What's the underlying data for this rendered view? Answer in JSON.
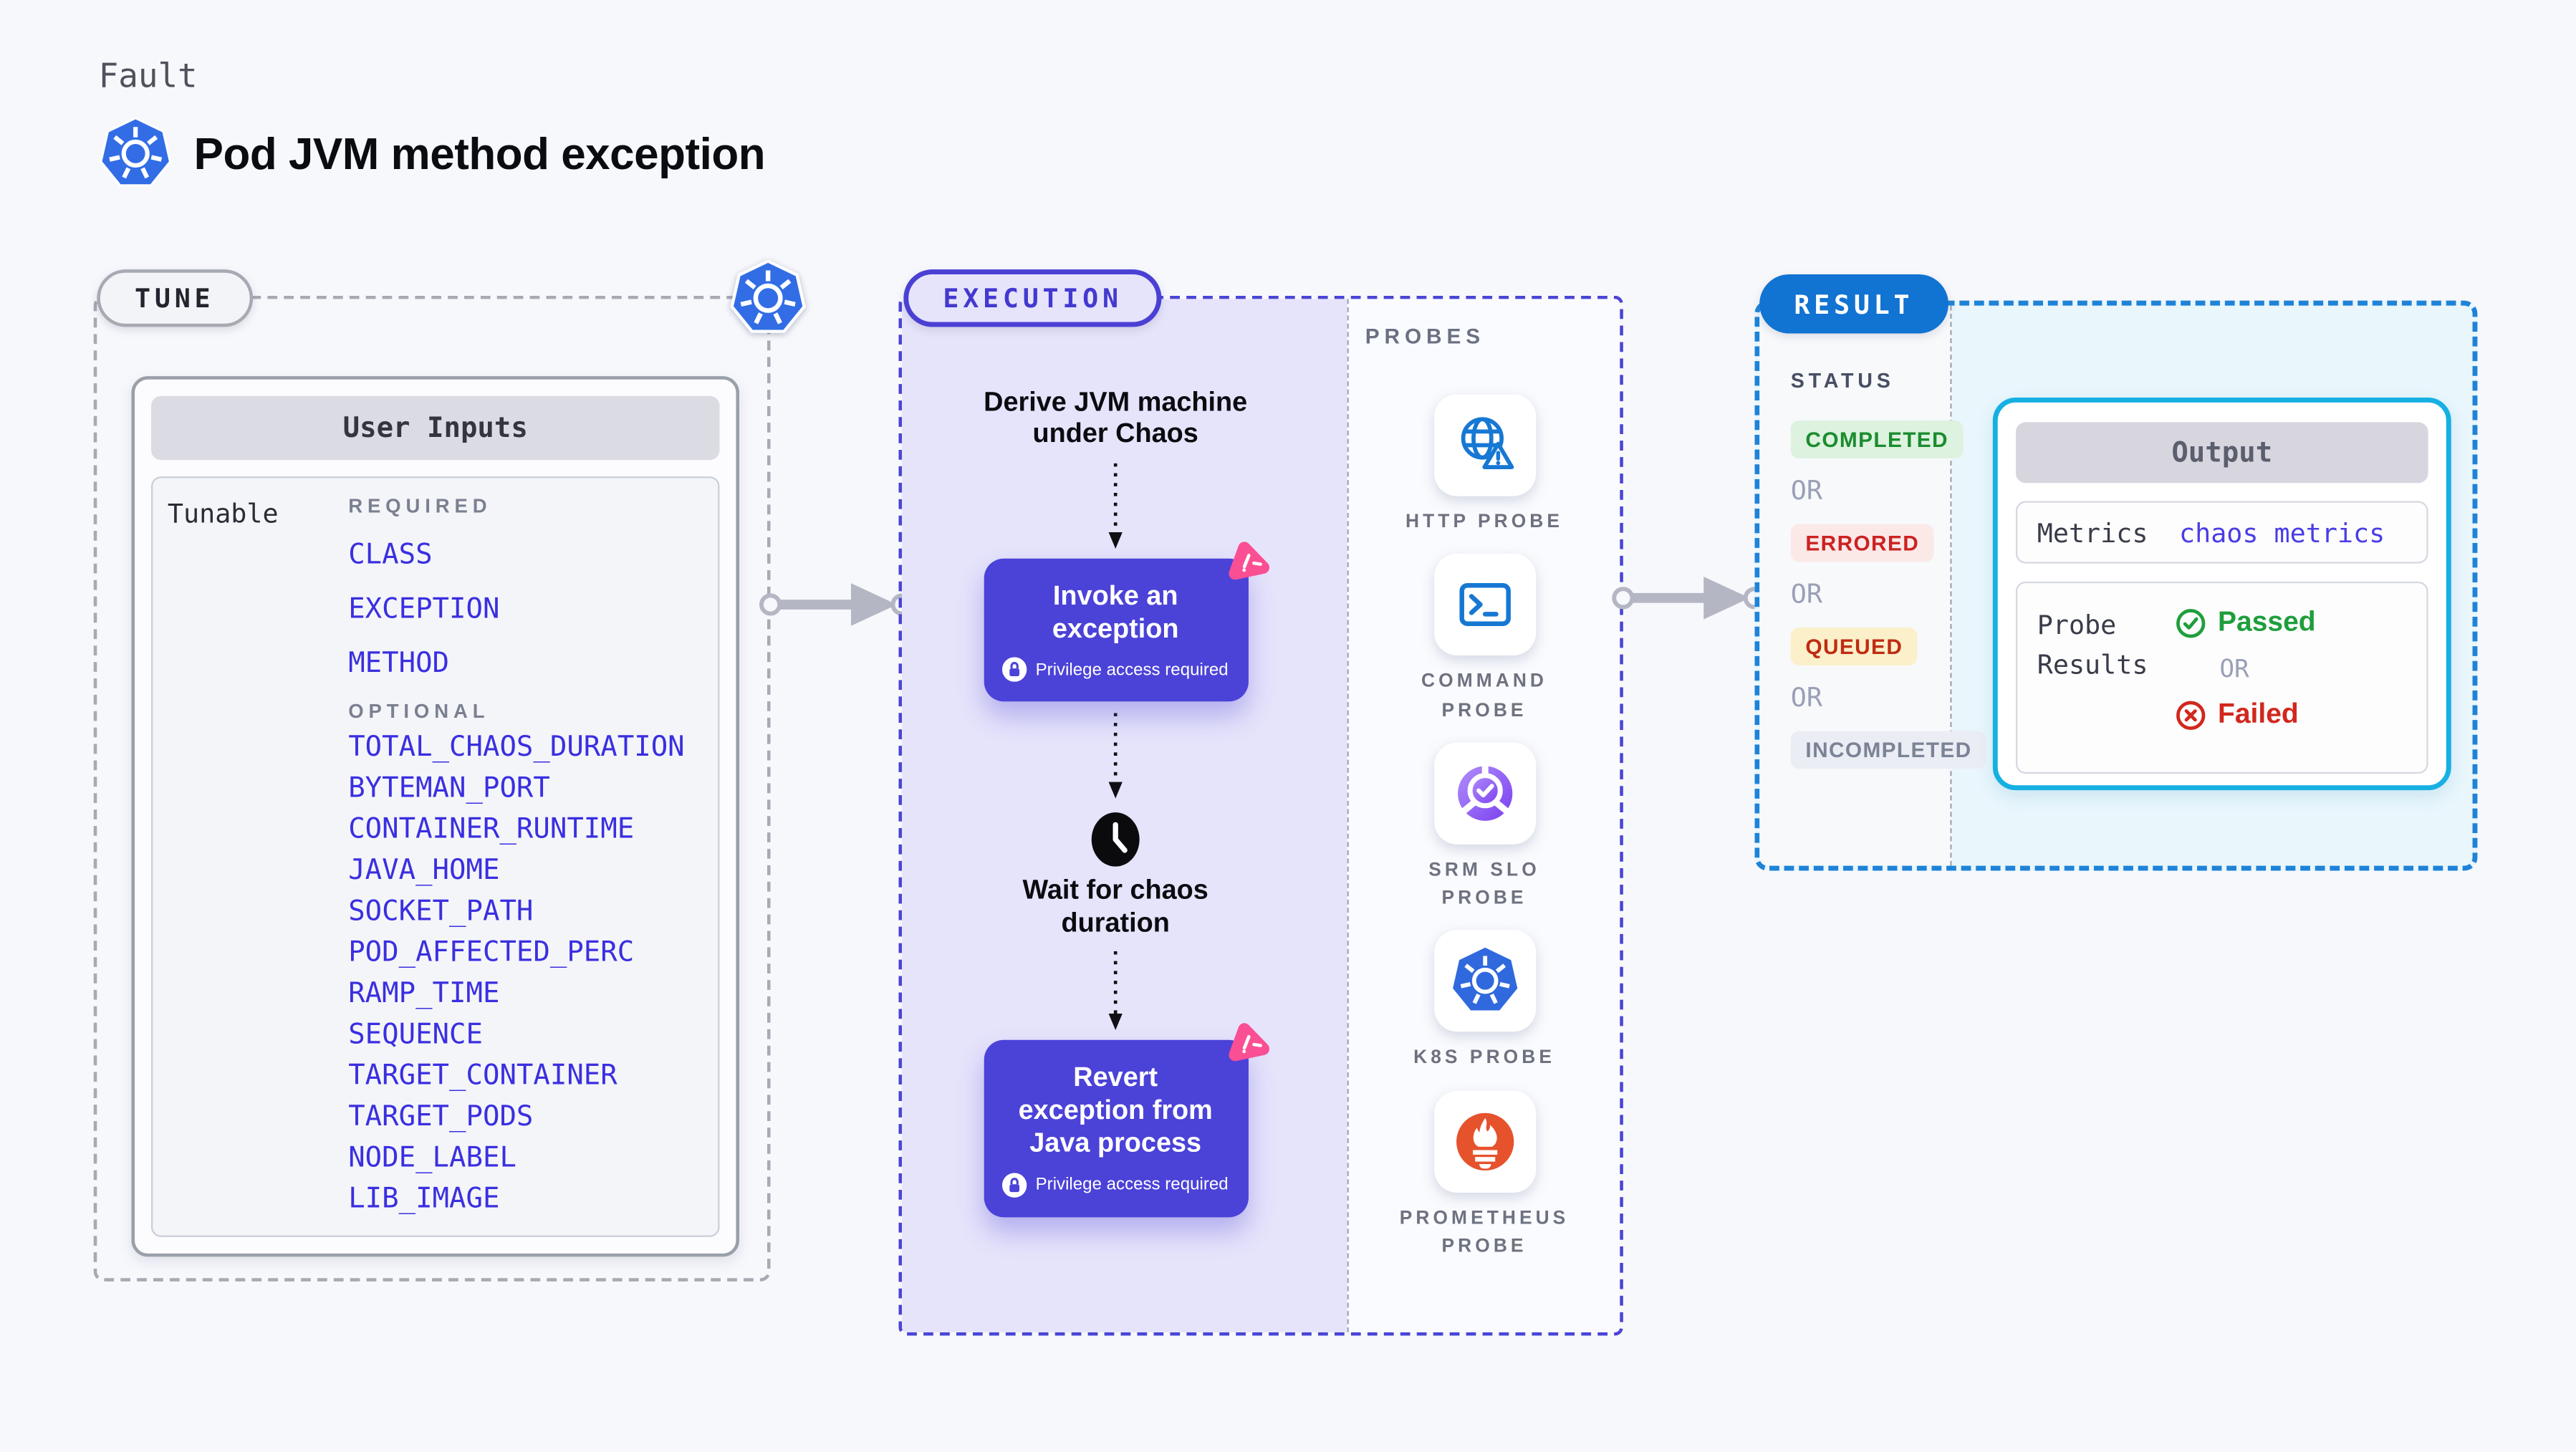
{
  "header": {
    "eyebrow": "Fault",
    "title": "Pod JVM method exception"
  },
  "tune": {
    "badge": "TUNE",
    "panel_title": "User Inputs",
    "row_label": "Tunable",
    "required_label": "REQUIRED",
    "required": [
      "CLASS",
      "EXCEPTION",
      "METHOD"
    ],
    "optional_label": "OPTIONAL",
    "optional": [
      "TOTAL_CHAOS_DURATION",
      "BYTEMAN_PORT",
      "CONTAINER_RUNTIME",
      "JAVA_HOME",
      "SOCKET_PATH",
      "POD_AFFECTED_PERC",
      "RAMP_TIME",
      "SEQUENCE",
      "TARGET_CONTAINER",
      "TARGET_PODS",
      "NODE_LABEL",
      "LIB_IMAGE"
    ]
  },
  "execution": {
    "badge": "EXECUTION",
    "step_derive": "Derive JVM machine under Chaos",
    "step_invoke": "Invoke an exception",
    "step_wait": "Wait for chaos duration",
    "step_revert": "Revert exception from Java process",
    "privilege_note": "Privilege access required"
  },
  "probes": {
    "title": "PROBES",
    "items": [
      {
        "label": "HTTP PROBE",
        "icon": "http-probe-icon"
      },
      {
        "label": "COMMAND PROBE",
        "icon": "command-probe-icon"
      },
      {
        "label": "SRM SLO PROBE",
        "icon": "srm-slo-probe-icon"
      },
      {
        "label": "K8S PROBE",
        "icon": "k8s-probe-icon"
      },
      {
        "label": "PROMETHEUS PROBE",
        "icon": "prometheus-probe-icon"
      }
    ]
  },
  "result": {
    "badge": "RESULT",
    "status_label": "STATUS",
    "or_label": "OR",
    "statuses": [
      {
        "label": "COMPLETED",
        "color": "#1b8c2f",
        "bg": "#ddf2df"
      },
      {
        "label": "ERRORED",
        "color": "#cc2222",
        "bg": "#fbe9e8"
      },
      {
        "label": "QUEUED",
        "color": "#bf2c12",
        "bg": "#fcf0ca"
      },
      {
        "label": "INCOMPLETED",
        "color": "#7b8396",
        "bg": "#ebedf4"
      }
    ],
    "output": {
      "title": "Output",
      "metrics_label": "Metrics",
      "metrics_value": "chaos metrics",
      "probe_results_label": "Probe Results",
      "passed": "Passed",
      "or_label": "OR",
      "failed": "Failed"
    }
  },
  "colors": {
    "page_bg": "#f7f8fc",
    "tune_border": "#a7aab3",
    "execution_accent": "#4a44d6",
    "execution_panel": "#e6e4fb",
    "chaos_button": "#4b42d8",
    "chaos_logo_pink": "#fb4f93",
    "result_accent": "#1e83d8",
    "result_bg": "#e9f6fc",
    "result_badge_bg": "#1173d2",
    "output_border": "#16b0e2",
    "param_text": "#3a2fe0",
    "metrics_value": "#4a3ce5",
    "passed": "#1f9e3c",
    "failed": "#d2271d",
    "kubernetes_blue": "#326de6",
    "prometheus_orange": "#e6522c"
  }
}
